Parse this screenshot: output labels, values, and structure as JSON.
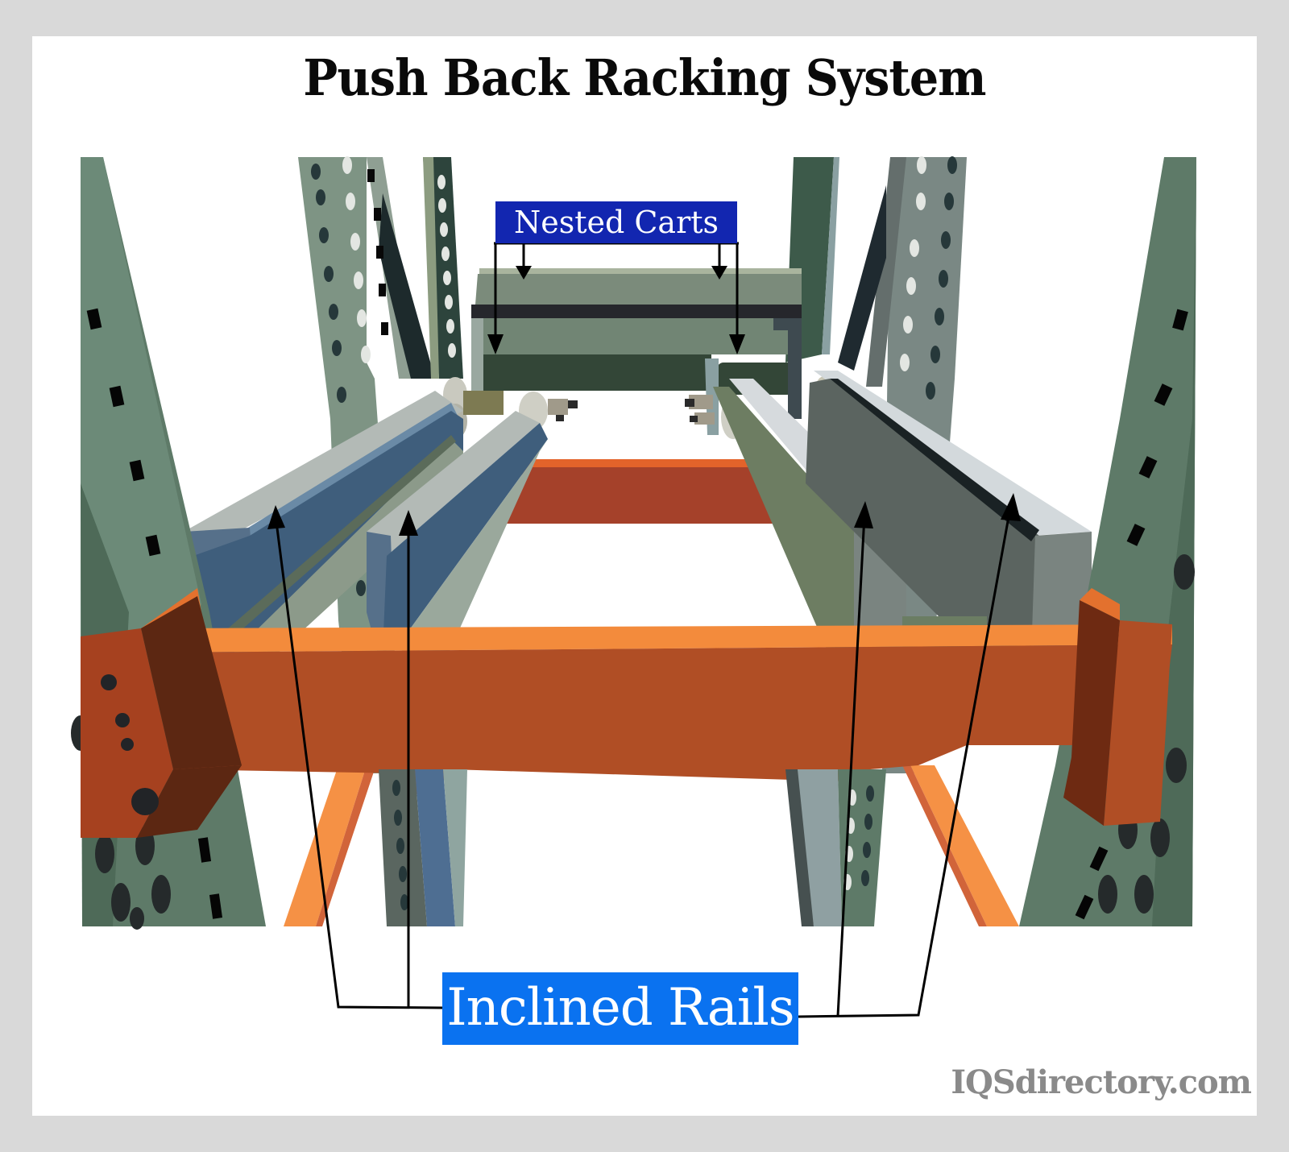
{
  "title": "Push Back Racking System",
  "callouts": {
    "nested_carts": {
      "label": "Nested Carts",
      "background": "#1226b0",
      "pointer_count": 4
    },
    "inclined_rails": {
      "label": "Inclined Rails",
      "background": "#0a72f0",
      "pointer_count": 4
    }
  },
  "components": [
    {
      "id": "upright-frames",
      "name": "Upright frames (perforated)",
      "color": "#5f7a6b"
    },
    {
      "id": "front-beam",
      "name": "Front load beam",
      "color": "#b04e25"
    },
    {
      "id": "rear-beam",
      "name": "Rear load beam",
      "color": "#a5412a"
    },
    {
      "id": "cross-braces",
      "name": "Diagonal braces",
      "color": "#f59145"
    },
    {
      "id": "inclined-rails",
      "name": "Inclined rails",
      "color": "#3f5e7c"
    },
    {
      "id": "nested-carts",
      "name": "Nested carts",
      "color": "#7a8c7c"
    }
  ],
  "palette": {
    "frame_border": "#d9d9d9",
    "background": "#ffffff",
    "title_text": "#0a0a0a",
    "watermark_text": "#8a8a8a"
  },
  "watermark": "IQSdirectory.com"
}
